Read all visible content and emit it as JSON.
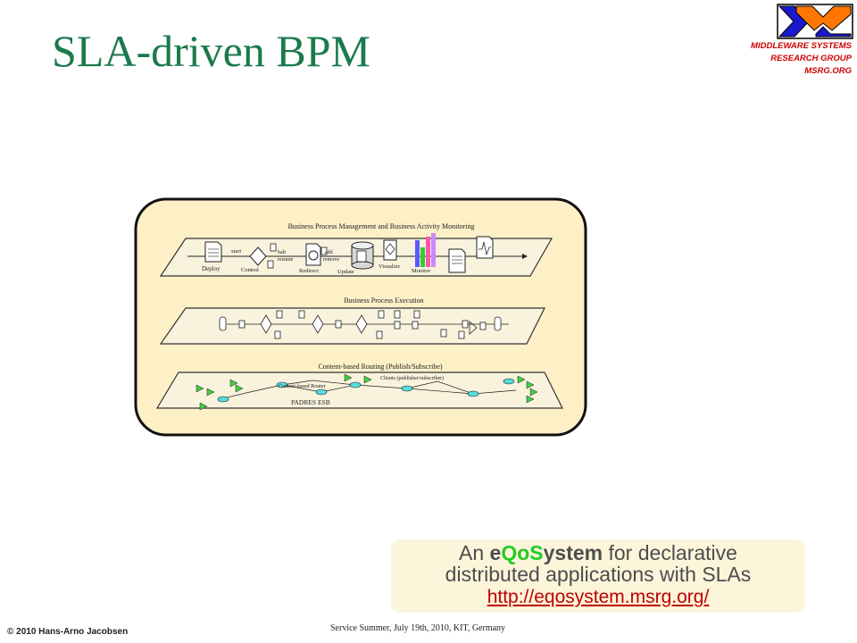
{
  "slide": {
    "title": "SLA-driven BPM",
    "brand": {
      "line1": "MIDDLEWARE SYSTEMS",
      "line2": "RESEARCH GROUP",
      "line3": "MSRG.ORG"
    },
    "callout": {
      "prefix": "An ",
      "name_e": "e",
      "name_qos": "QoS",
      "name_sys": "ystem",
      "suffix_line1": " for declarative",
      "line2": "distributed applications with SLAs",
      "link": "http://eqosystem.msrg.org/"
    },
    "footer": {
      "copyright": "© 2010 Hans-Arno Jacobsen",
      "event": "Service Summer, July 19th, 2010, KIT, Germany"
    }
  },
  "diagram": {
    "layer_bpm": {
      "title": "Business Process Management and Business Activity Monitoring",
      "labels": {
        "start": "start",
        "deploy": "Deploy",
        "control": "Control",
        "halt": "halt",
        "resume": "resume",
        "redirect": "Redirect",
        "add": "add",
        "remove": "remove",
        "update": "Update",
        "visualize": "Visualize",
        "monitor": "Monitor"
      }
    },
    "layer_bpe": {
      "title": "Business Process Execution"
    },
    "layer_cbr": {
      "title": "Content-based Routing (Publish/Subscribe)",
      "router_label": "Content-based Router",
      "clients_label": "Clients (publisher/subscriber)",
      "esb_label": "PADRES ESB"
    }
  }
}
